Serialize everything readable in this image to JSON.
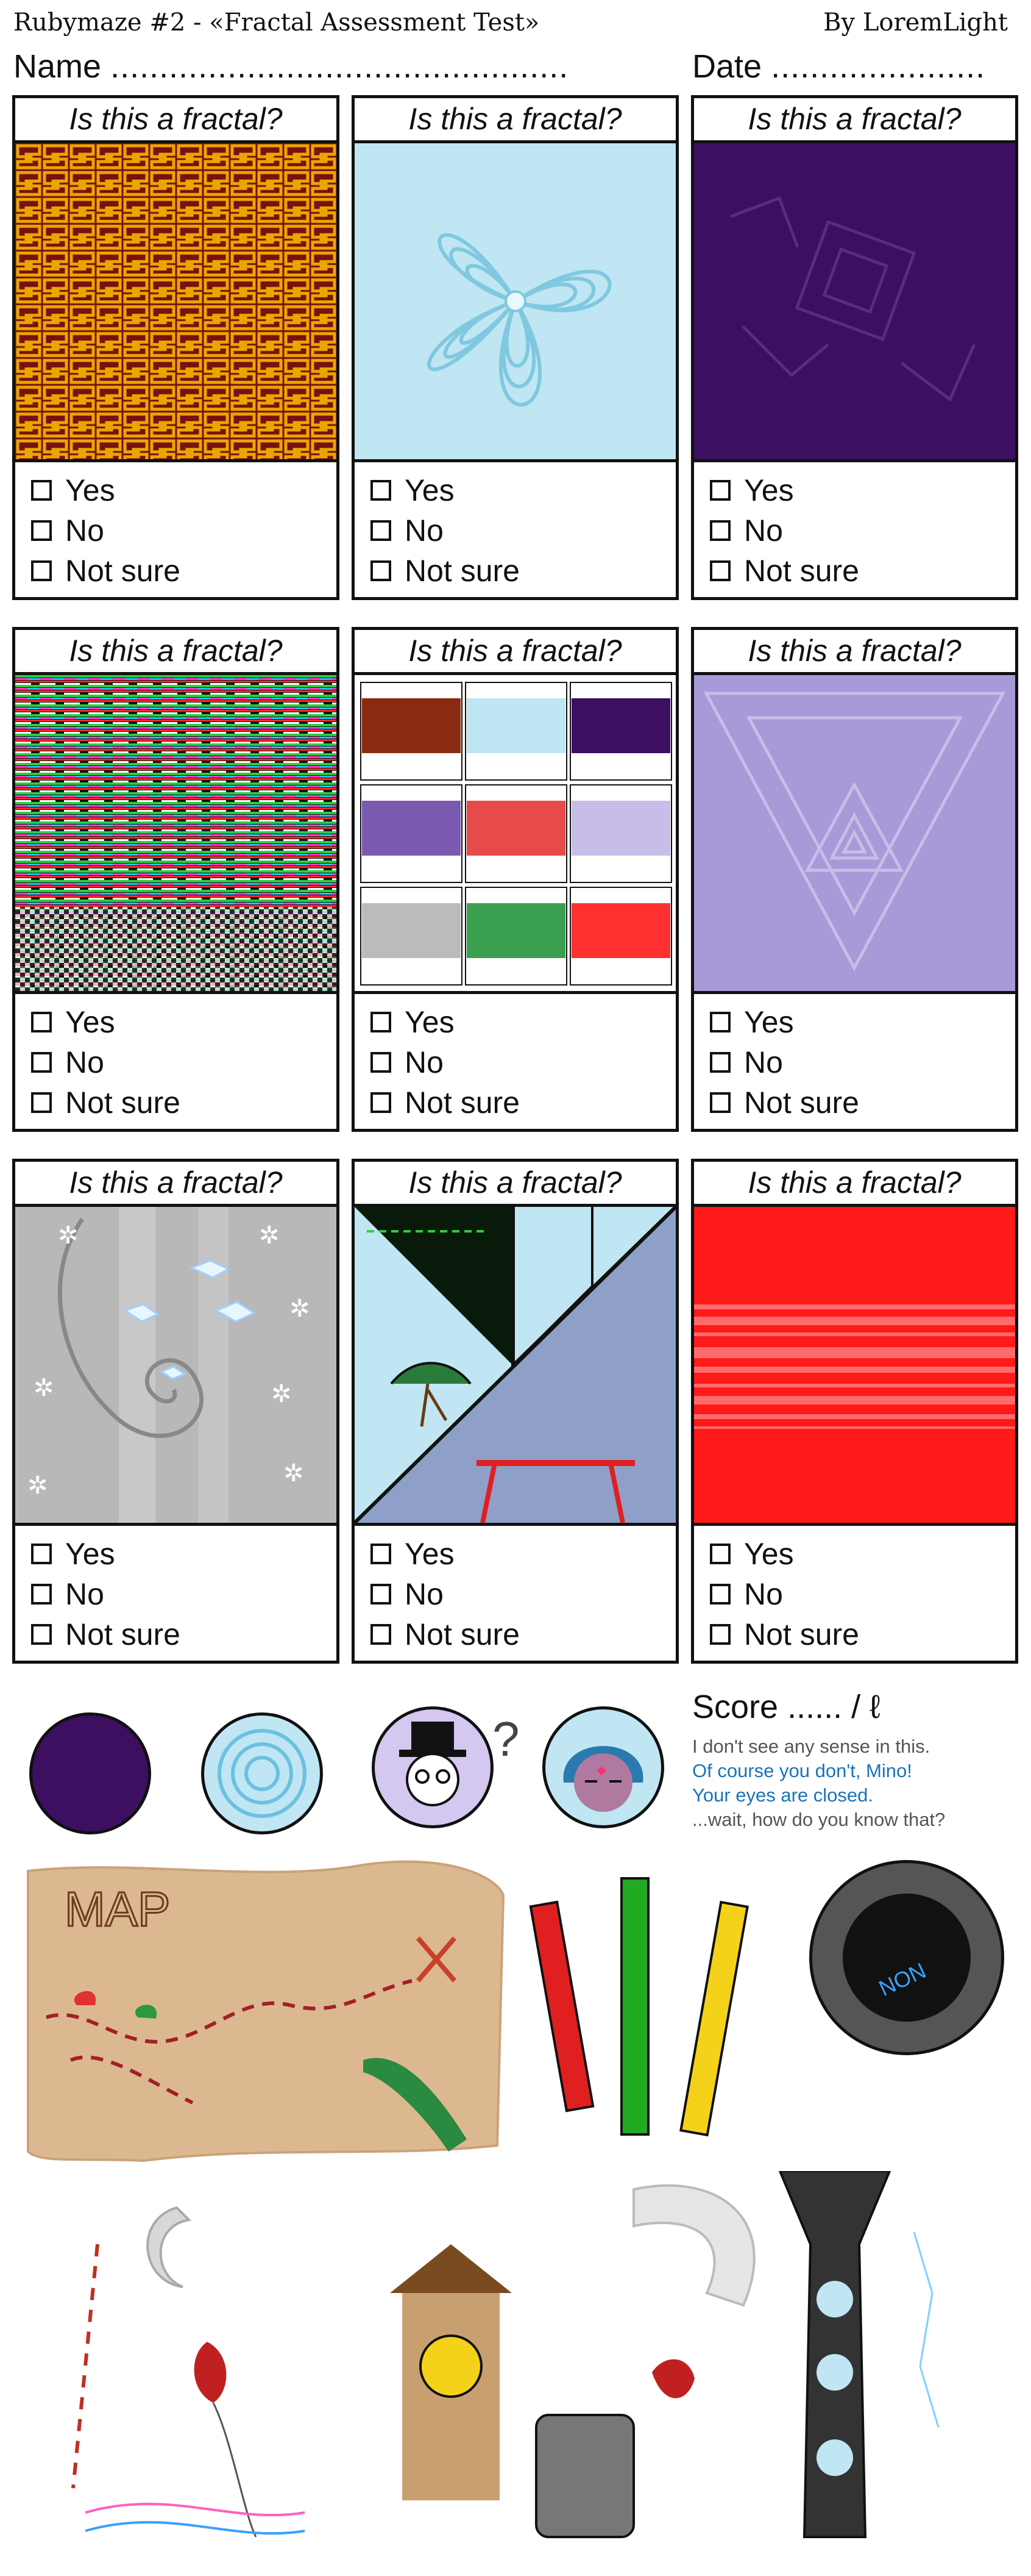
{
  "header": {
    "title": "Rubymaze #2 - «Fractal Assessment Test»",
    "author": "By LoremLight"
  },
  "form": {
    "name_label": "Name",
    "name_dots": "...............................................",
    "date_label": "Date",
    "date_dots": "......................"
  },
  "question": "Is this a fractal?",
  "options": [
    "Yes",
    "No",
    "Not sure"
  ],
  "cards": [
    {
      "image": "red-gold-maze-pattern"
    },
    {
      "image": "blue-swirl-flower"
    },
    {
      "image": "dark-purple-abstract"
    },
    {
      "image": "glitch-stripes"
    },
    {
      "image": "recursive-worksheet"
    },
    {
      "image": "nested-triangles"
    },
    {
      "image": "snowy-spiral"
    },
    {
      "image": "nested-scene-triangles"
    },
    {
      "image": "red-horizontal-stripes"
    }
  ],
  "score": {
    "label": "Score ...... / ℓ"
  },
  "dialogue": [
    {
      "text": "I don't see any sense in this.",
      "color": "#555555"
    },
    {
      "text": "Of course you don't, Mino!",
      "color": "#1a73b8"
    },
    {
      "text": "Your eyes are closed.",
      "color": "#1a73b8"
    },
    {
      "text": "...wait, how do you know that?",
      "color": "#555555"
    }
  ],
  "map_text": "MAP",
  "compass_text": "NON",
  "colors": {
    "maze_bg": "#7a1010",
    "maze_fg": "#e8a700",
    "sky": "#bfe6f2",
    "purple": "#3c0f60",
    "lavender": "#a89ad8",
    "red": "#ff2020"
  }
}
